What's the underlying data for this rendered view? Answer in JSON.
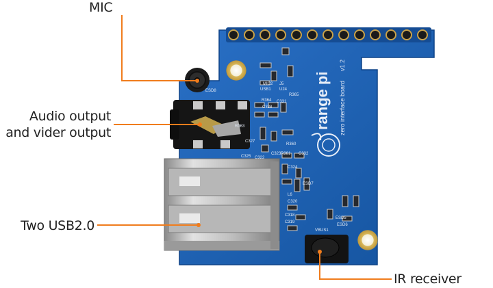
{
  "labels": {
    "mic": "MIC",
    "audio_line1": "Audio output",
    "audio_line2": "and vider output",
    "usb": "Two USB2.0",
    "ir": "IR receiver"
  },
  "board": {
    "brand": "range pi",
    "subtitle": "zero interface board",
    "version": "v1.2",
    "silkscreen": [
      "MIC2",
      "J5",
      "USB1",
      "U24",
      "R365",
      "R364",
      "C331",
      "C327",
      "C328",
      "R360",
      "C323",
      "C322",
      "R361",
      "C332",
      "C324",
      "L6",
      "C320",
      "C318",
      "C319",
      "ESD5",
      "ESD6",
      "ESD7",
      "ESD8",
      "R363",
      "C325",
      "VBUS1"
    ]
  },
  "colors": {
    "board": "#1d5fb4",
    "leader": "#f07c1c",
    "text": "#222222"
  }
}
